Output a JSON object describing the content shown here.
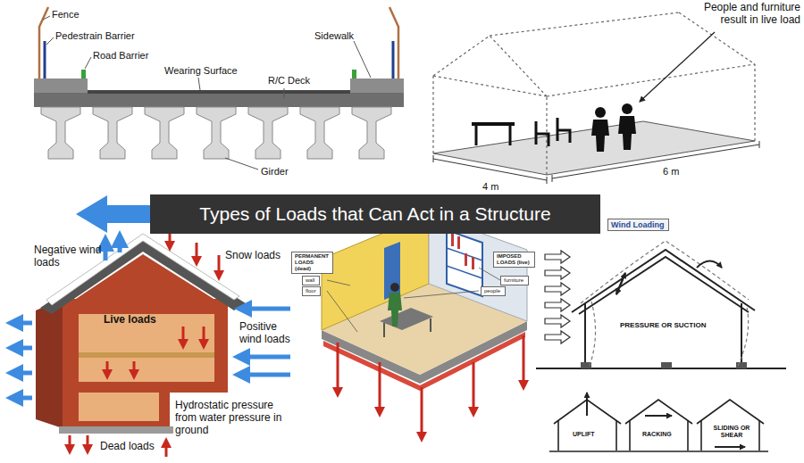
{
  "diagram": {
    "title": "Types of Loads that Can Act in a Structure",
    "nodes": [
      {
        "text": [
          "Wind Loading"
        ]
      },
      {
        "text": [
          "PERMANENT LOADS (dead)"
        ]
      },
      {
        "text": [
          "wall"
        ]
      },
      {
        "text": [
          "floor"
        ]
      },
      {
        "text": [
          "IMPOSED LOADS (live)"
        ]
      },
      {
        "text": [
          "furniture"
        ]
      },
      {
        "text": [
          "people"
        ]
      }
    ],
    "labels": [
      "Fence",
      "Pedestrain Barrier",
      "Road Barrier",
      "Wearing Surface",
      "R/C Deck",
      "Sidewalk",
      "Girder",
      "People and furniture result in live load",
      "4 m",
      "6 m",
      "Negative wind loads",
      "Snow loads",
      "Live loads",
      "Positive wind loads",
      "Hydrostatic pressure from water pressure in ground",
      "Dead loads",
      "PRESSURE OR SUCTION",
      "UPLIFT",
      "RACKING",
      "SLIDING OR SHEAR"
    ]
  }
}
